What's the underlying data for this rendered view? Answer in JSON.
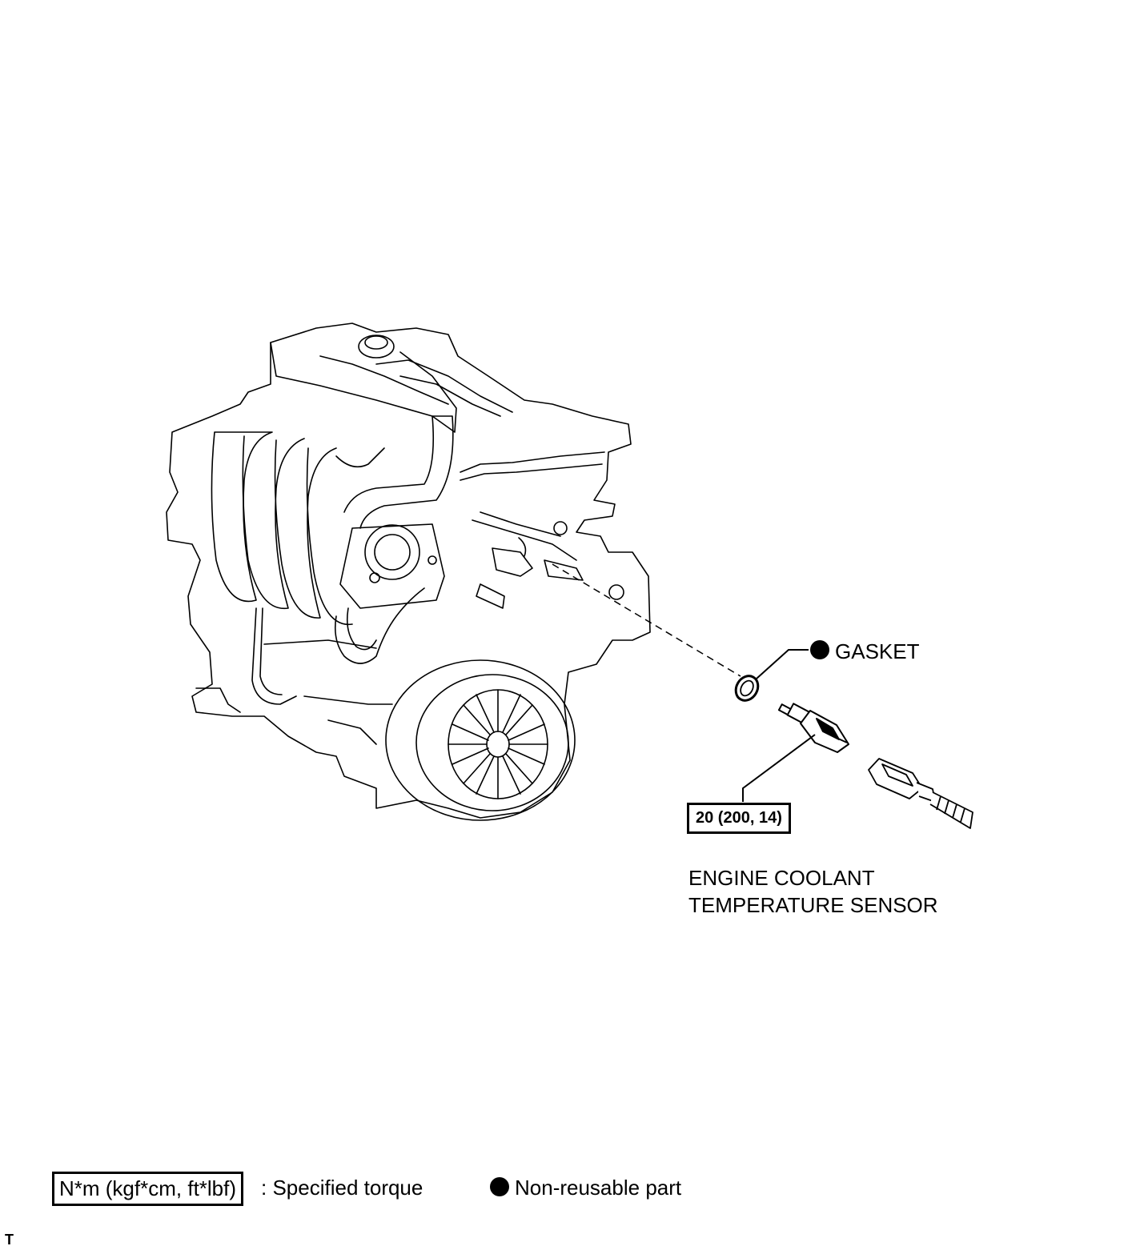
{
  "callouts": {
    "gasket": "GASKET",
    "torque_value": "20 (200, 14)",
    "sensor_line1": "ENGINE COOLANT",
    "sensor_line2": "TEMPERATURE SENSOR"
  },
  "legend": {
    "torque_units": "N*m (kgf*cm, ft*lbf)",
    "torque_desc": ": Specified torque",
    "non_reusable": "Non-reusable part"
  },
  "corner_mark": "T"
}
